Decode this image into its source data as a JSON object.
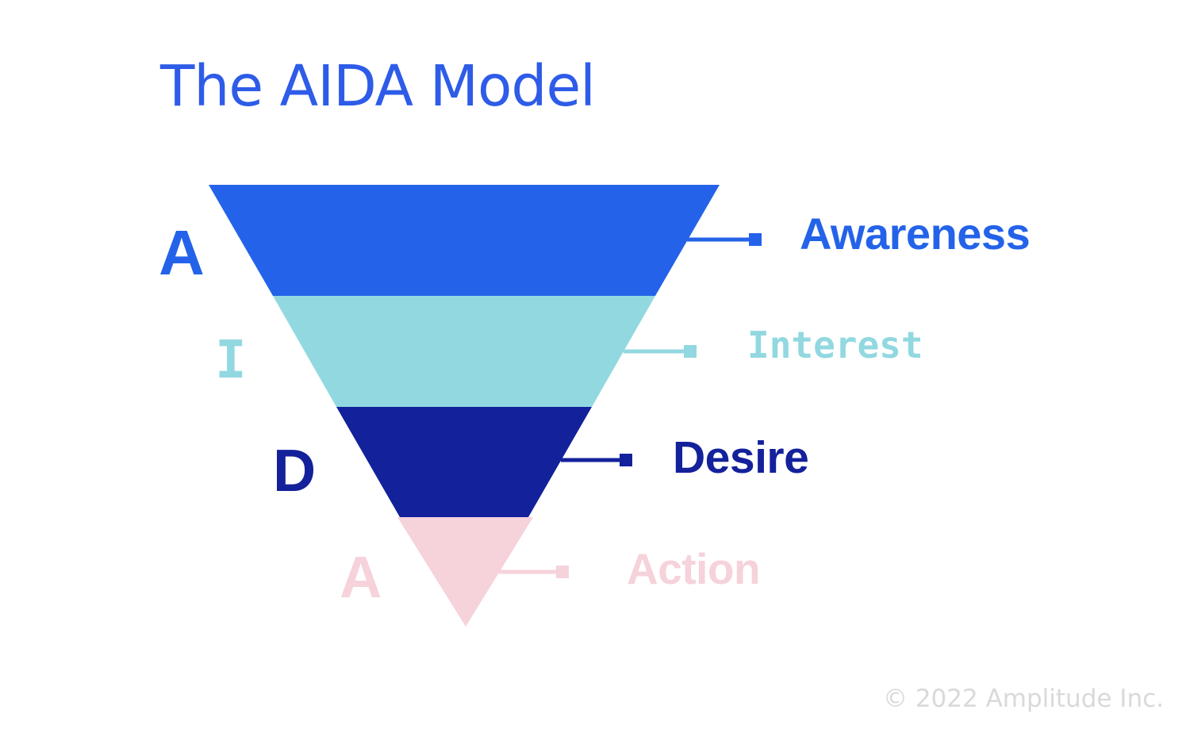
{
  "title": {
    "text": "The AIDA Model",
    "color": "#2e5ce8"
  },
  "stages": [
    {
      "letter": "A",
      "label": "Awareness",
      "color": "#2463e9"
    },
    {
      "letter": "I",
      "label": "Interest",
      "color": "#92d8e0"
    },
    {
      "letter": "D",
      "label": "Desire",
      "color": "#13219b"
    },
    {
      "letter": "A",
      "label": "Action",
      "color": "#f6d2db"
    }
  ],
  "footer": {
    "copyright": "© 2022 Amplitude Inc.",
    "color": "#d9d9d9"
  },
  "canvas": {
    "background": "#ffffff"
  }
}
